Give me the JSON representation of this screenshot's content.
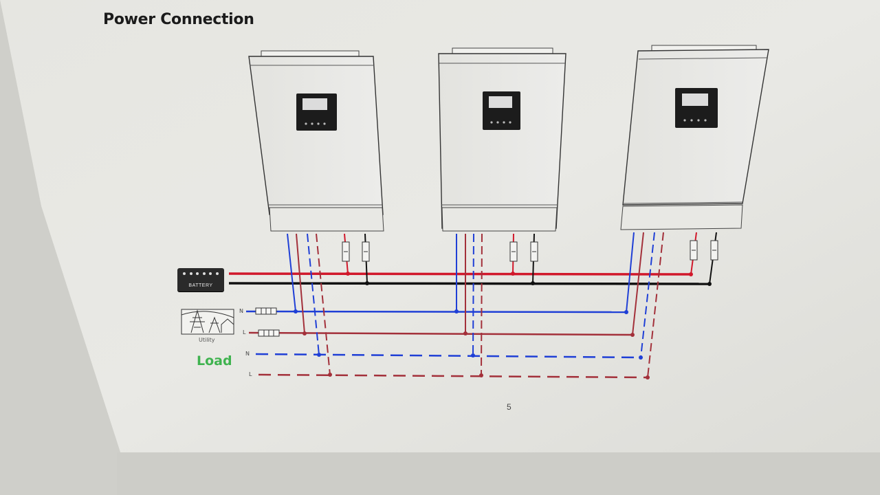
{
  "page": {
    "title": "Power Connection",
    "page_number": "5"
  },
  "labels": {
    "battery": "BATTERY",
    "utility": "Utility",
    "load": "Load",
    "neutral": "N",
    "line": "L"
  },
  "colors": {
    "battery_positive": "#d1182b",
    "battery_negative": "#111111",
    "neutral": "#1f3fd6",
    "line": "#a3303a",
    "load_label": "#3fb34f"
  },
  "components": {
    "inverters": [
      "inverter-1",
      "inverter-2",
      "inverter-3"
    ],
    "breakers": [
      "utility-n-breaker",
      "utility-l-breaker"
    ]
  }
}
